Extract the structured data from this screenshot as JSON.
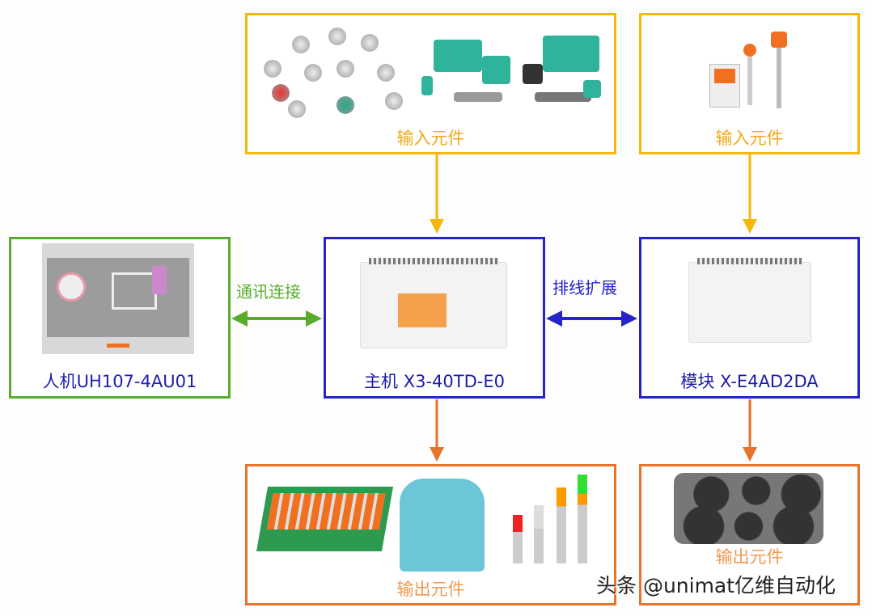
{
  "input_box_1": {
    "label": "输入元件"
  },
  "input_box_2": {
    "label": "输入元件"
  },
  "hmi_box": {
    "label": "人机UH107-4AU01"
  },
  "main_box": {
    "label": "主机 X3-40TD-E0"
  },
  "module_box": {
    "label": "模块 X-E4AD2DA"
  },
  "output_box_1": {
    "label": "输出元件"
  },
  "output_box_2": {
    "label": "输出元件"
  },
  "comm_link": {
    "label": "通讯连接"
  },
  "ribbon_link": {
    "label": "排线扩展"
  },
  "watermark": "头条 @unimat亿维自动化",
  "colors": {
    "input": "#f5b70a",
    "controller": "#2424c8",
    "hmi": "#5aad2c",
    "output": "#e8732a"
  }
}
